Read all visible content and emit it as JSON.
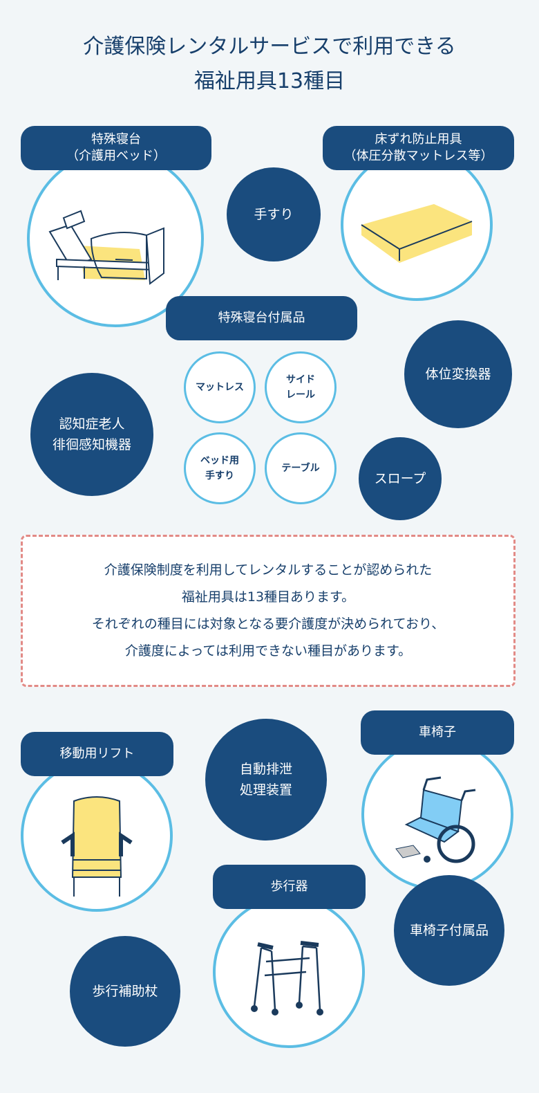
{
  "title": {
    "line1": "介護保険レンタルサービスで利用できる",
    "line2": "福祉用具13種目"
  },
  "items": {
    "bed": {
      "line1": "特殊寝台",
      "line2": "（介護用ベッド）"
    },
    "handrail": "手すり",
    "mattress": {
      "line1": "床ずれ防止用具",
      "line2": "（体圧分散マットレス等）"
    },
    "bed_accessories": "特殊寝台付属品",
    "acc_mattress": "マットレス",
    "acc_side_rail": {
      "line1": "サイド",
      "line2": "レール"
    },
    "acc_bed_handrail": {
      "line1": "ベッド用",
      "line2": "手すり"
    },
    "acc_table": "テーブル",
    "position_changer": "体位変換器",
    "dementia_sensor": {
      "line1": "認知症老人",
      "line2": "徘徊感知機器"
    },
    "slope": "スロープ",
    "lift": "移動用リフト",
    "excretion": {
      "line1": "自動排泄",
      "line2": "処理装置"
    },
    "wheelchair": "車椅子",
    "wheelchair_accessories": "車椅子付属品",
    "walker": "歩行器",
    "cane": "歩行補助杖"
  },
  "note": {
    "line1": "介護保険制度を利用してレンタルすることが認められた",
    "line2": "福祉用具は13種目あります。",
    "line3": "それぞれの種目には対象となる要介護度が決められており、",
    "line4": "介護度によっては利用できない種目があります。"
  },
  "colors": {
    "navy": "#1a4c7e",
    "ring": "#5bbde4",
    "background": "#f2f6f8",
    "dashed": "#e28a86",
    "yellow": "#fbe47e",
    "lightblue": "#82cdf5"
  }
}
